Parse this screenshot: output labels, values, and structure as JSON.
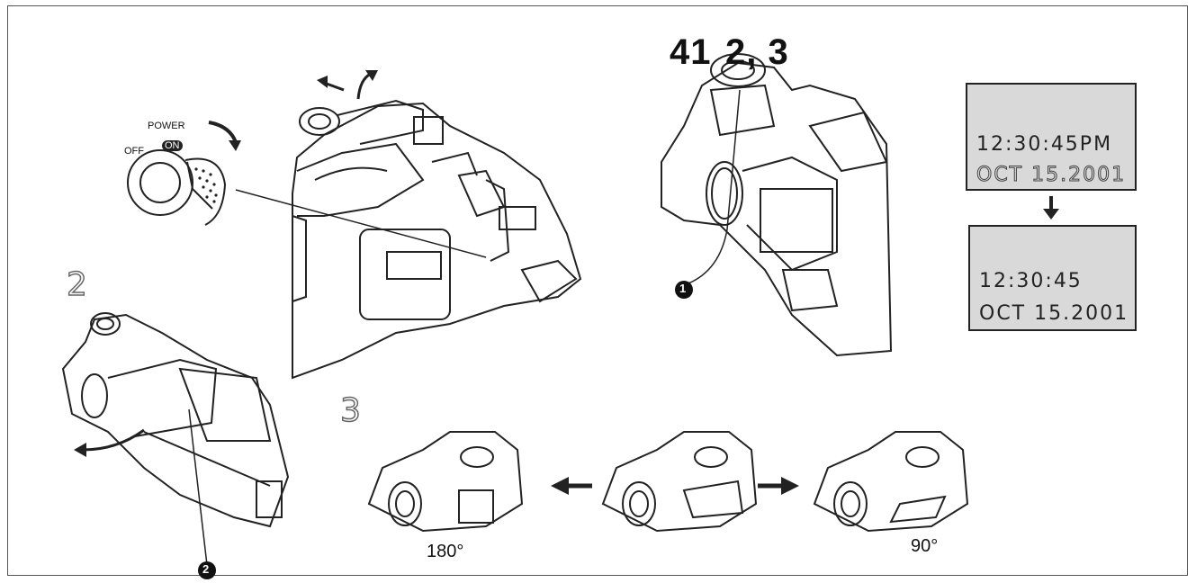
{
  "labels": {
    "step_1_number": "41",
    "step_1_sub": "2, 3",
    "step_2": "2",
    "step_3": "3",
    "callout_1": "1",
    "callout_2": "2",
    "power": "POWER",
    "off": "OFF",
    "on": "ON",
    "angle_left": "180°",
    "angle_right": "90°"
  },
  "lcd_top": {
    "time": "12:30:45PM",
    "date": "OCT 15.2001"
  },
  "lcd_bottom": {
    "time": "12:30:45",
    "date": "OCT 15.2001"
  }
}
